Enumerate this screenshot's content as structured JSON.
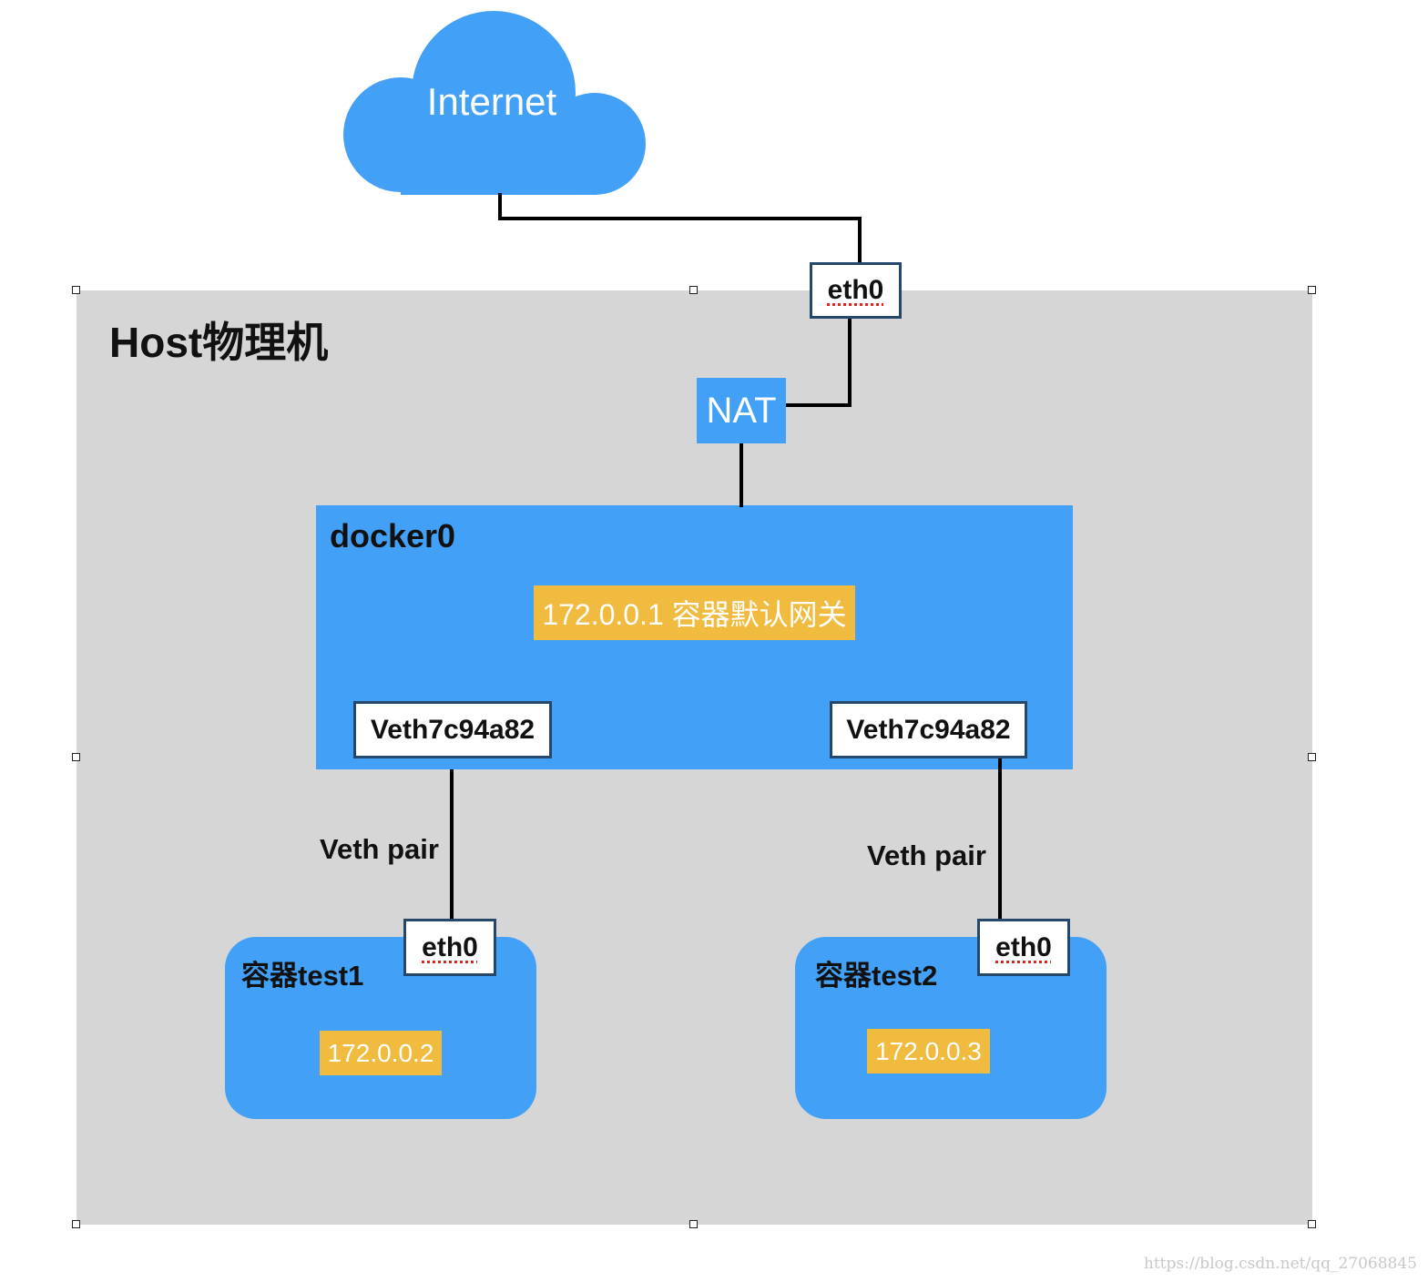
{
  "internet": {
    "label": "Internet"
  },
  "host": {
    "title": "Host物理机"
  },
  "host_eth0": {
    "label": "eth0"
  },
  "nat": {
    "label": "NAT"
  },
  "docker0": {
    "title": "docker0",
    "gateway": "172.0.0.1 容器默认网关",
    "veth_left": "Veth7c94a82",
    "veth_right": "Veth7c94a82"
  },
  "links": {
    "left_label": "Veth pair",
    "right_label": "Veth pair"
  },
  "containers": [
    {
      "title": "容器test1",
      "eth": "eth0",
      "ip": "172.0.0.2"
    },
    {
      "title": "容器test2",
      "eth": "eth0",
      "ip": "172.0.0.3"
    }
  ],
  "watermark": "https://blog.csdn.net/qq_27068845",
  "colors": {
    "blue": "#42a1f6",
    "gold": "#f0bb3f",
    "host_gray": "#d6d6d6",
    "port_border": "#24476b"
  }
}
